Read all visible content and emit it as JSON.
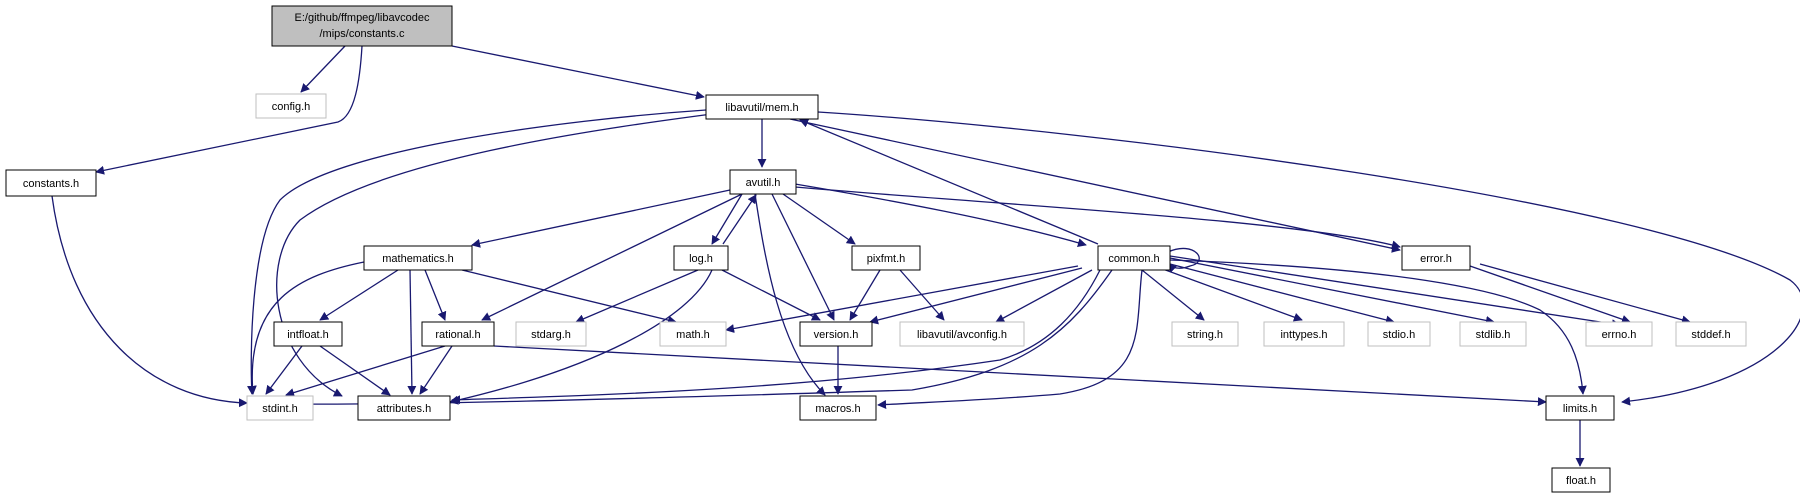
{
  "colors": {
    "edge": "#191970",
    "root_fill": "#bfbfbf",
    "node_border": "#000000",
    "missing_border": "#bfbfbf",
    "background": "#ffffff"
  },
  "nodes": {
    "root": {
      "line1": "E:/github/ffmpeg/libavcodec",
      "line2": "/mips/constants.c"
    },
    "config_h": "config.h",
    "constants_h": "constants.h",
    "mem_h": "libavutil/mem.h",
    "avutil_h": "avutil.h",
    "mathematics_h": "mathematics.h",
    "log_h": "log.h",
    "pixfmt_h": "pixfmt.h",
    "common_h": "common.h",
    "error_h": "error.h",
    "intfloat_h": "intfloat.h",
    "rational_h": "rational.h",
    "stdarg_h": "stdarg.h",
    "math_h": "math.h",
    "version_h": "version.h",
    "avconfig_h": "libavutil/avconfig.h",
    "string_h": "string.h",
    "inttypes_h": "inttypes.h",
    "stdio_h": "stdio.h",
    "stdlib_h": "stdlib.h",
    "errno_h": "errno.h",
    "stddef_h": "stddef.h",
    "stdint_h": "stdint.h",
    "attributes_h": "attributes.h",
    "macros_h": "macros.h",
    "limits_h": "limits.h",
    "float_h": "float.h"
  }
}
